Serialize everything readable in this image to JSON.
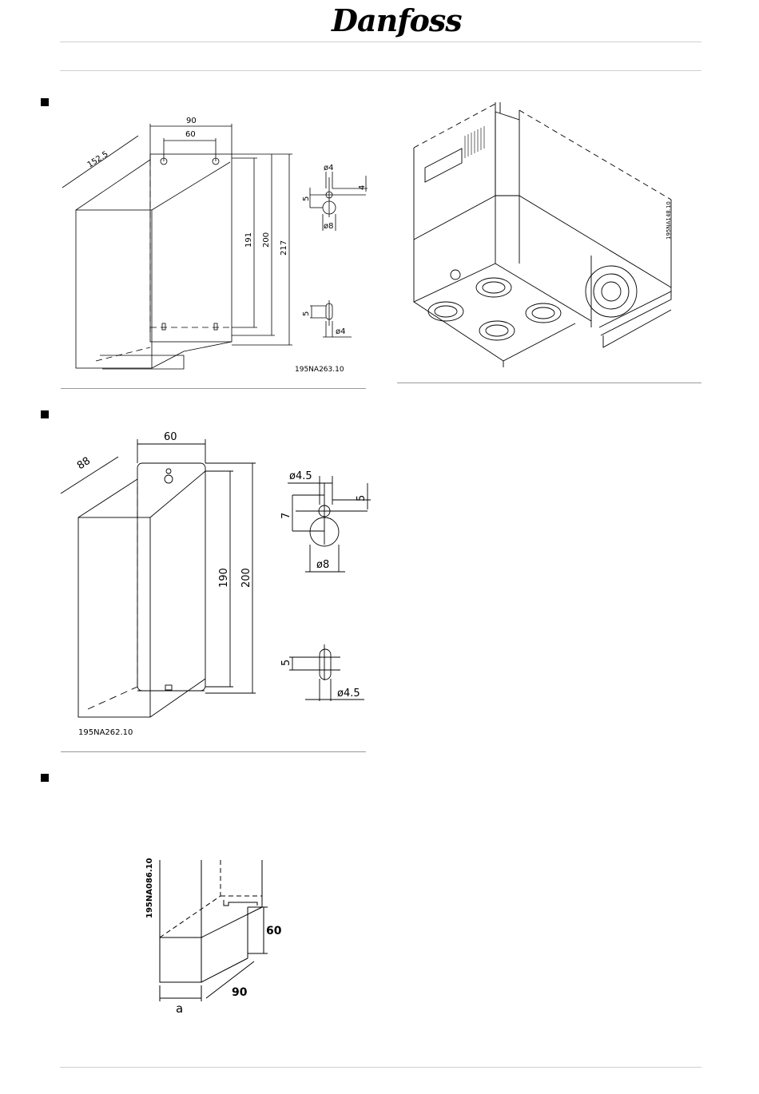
{
  "header": {
    "logo_text": "Danfoss"
  },
  "figure1": {
    "code": "195NA263.10",
    "dims": {
      "w_outer": "90",
      "w_inner": "60",
      "depth": "152.5",
      "h1": "191",
      "h2": "200",
      "h3": "217"
    },
    "hole_top": {
      "d_small": "ø4",
      "d_big": "ø8",
      "offset": "4",
      "height": "5"
    },
    "hole_bottom": {
      "height": "5",
      "d": "ø4"
    }
  },
  "figure2": {
    "code": "195NA148.10"
  },
  "figure3": {
    "code": "195NA262.10",
    "dims": {
      "w": "60",
      "depth": "88",
      "h1": "190",
      "h2": "200"
    },
    "hole_top": {
      "d_small": "ø4.5",
      "d_big": "ø8",
      "offset": "5",
      "height": "7"
    },
    "hole_bottom": {
      "height": "5",
      "d": "ø4.5"
    }
  },
  "figure4": {
    "code": "195NA086.10",
    "dims": {
      "h": "60",
      "depth": "90",
      "a": "a"
    }
  }
}
